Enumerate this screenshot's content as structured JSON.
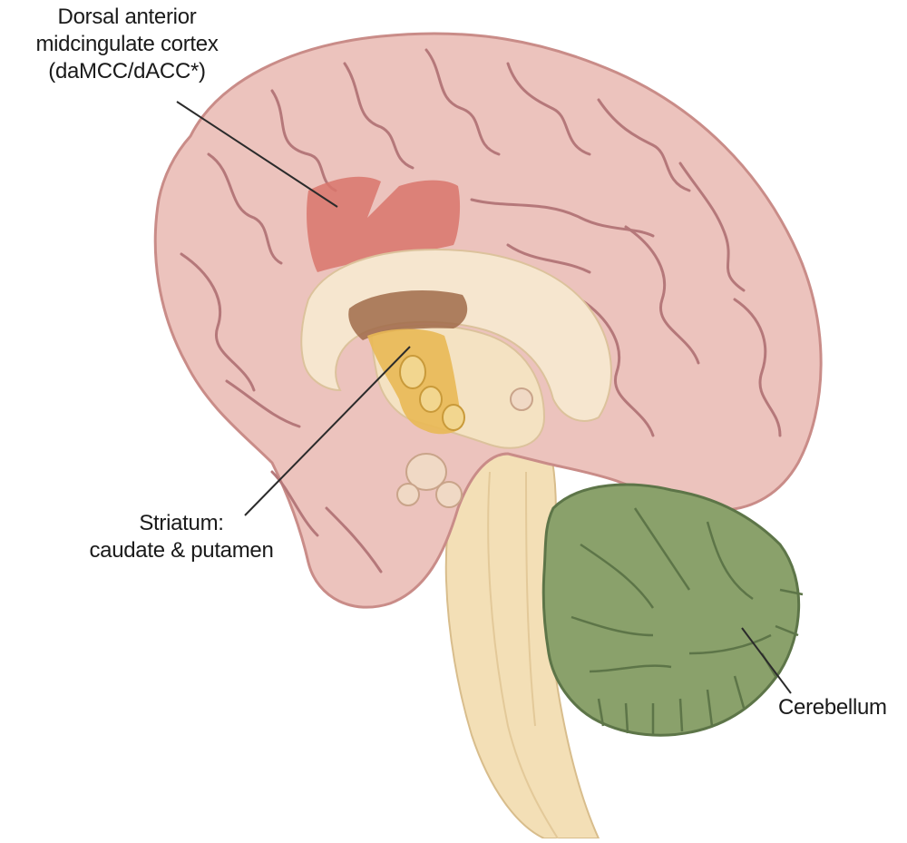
{
  "labels": {
    "damcc": {
      "line1": "Dorsal anterior",
      "line2": "midcingulate cortex",
      "line3": "(daMCC/dACC*)"
    },
    "striatum": {
      "line1": "Striatum:",
      "line2": "caudate & putamen"
    },
    "cerebellum": "Cerebellum"
  },
  "colors": {
    "cortex": "#ecc3bd",
    "cortex_outline": "#c98c88",
    "gyri_lines": "#b5787a",
    "damcc_highlight": "#d9756c",
    "corpus_callosum": "#f6e6cf",
    "thalamus": "#f4e2c2",
    "striatum": "#e9b955",
    "caudate_head": "#a06b4a",
    "brainstem": "#f3dfb6",
    "cerebellum": "#8aa16b",
    "leader_line": "#2b2b2b"
  }
}
